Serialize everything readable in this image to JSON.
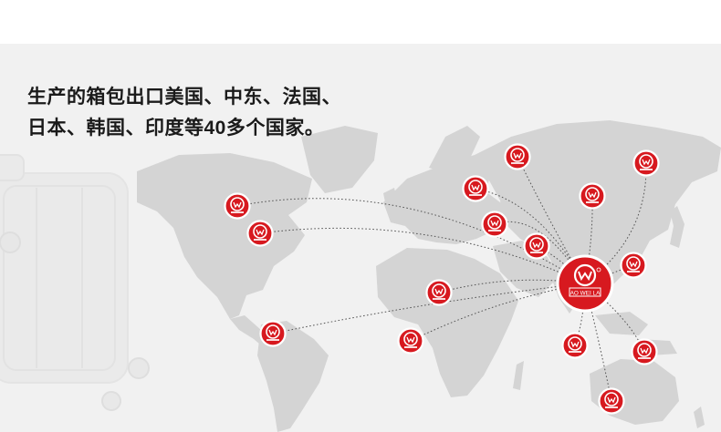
{
  "headline": {
    "line1": "生产的箱包出口美国、中东、法国、",
    "line2": "日本、韩国、印度等40多个国家。"
  },
  "brand": {
    "hub_text": "AO WEI LA",
    "accent_color": "#d7191f"
  },
  "map": {
    "hub_icon": "brand-logo-hub",
    "marker_icon": "location-marker-icon"
  }
}
